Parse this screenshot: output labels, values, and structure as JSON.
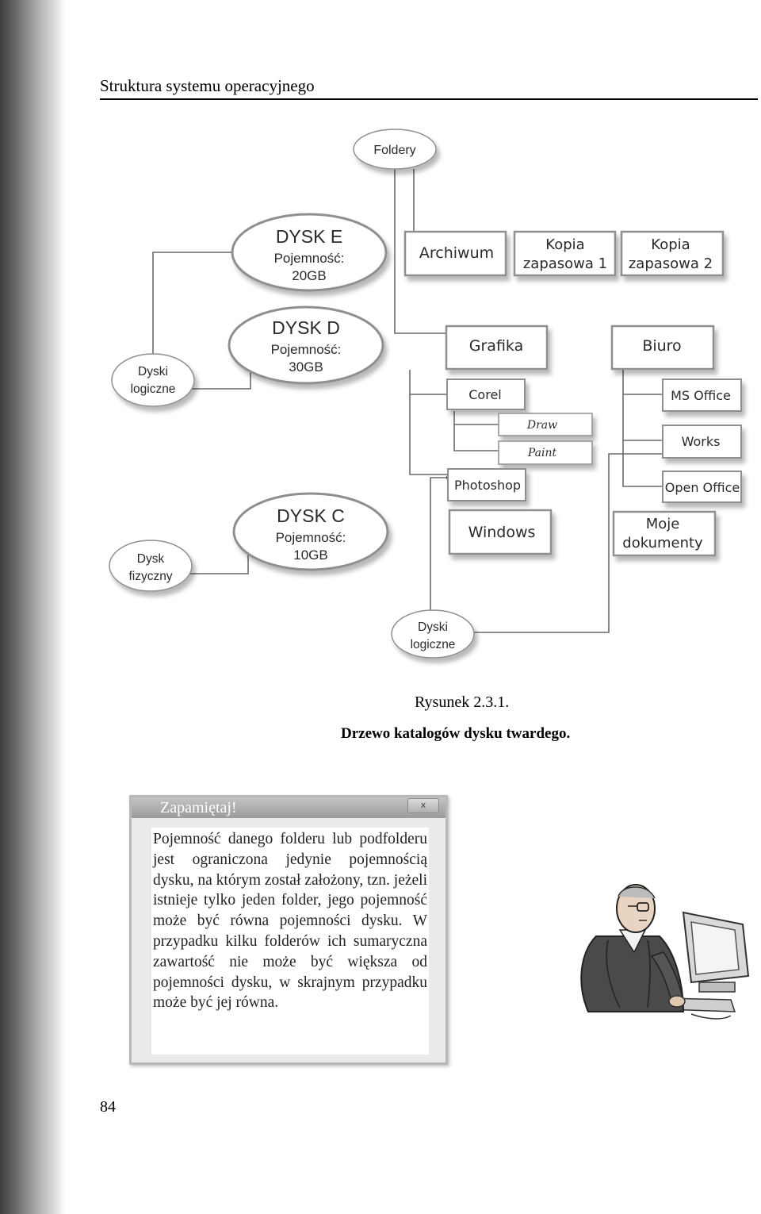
{
  "header": {
    "title": "Struktura systemu operacyjnego"
  },
  "diagram": {
    "labels": {
      "foldery": "Foldery",
      "dyski_logiczne_left": [
        "Dyski",
        "logiczne"
      ],
      "dyski_logiczne_bottom": [
        "Dyski",
        "logiczne"
      ],
      "dysk_fizyczny": [
        "Dysk",
        "fizyczny"
      ]
    },
    "disks": {
      "e": {
        "name": "DYSK E",
        "capacity_label": "Pojemność:",
        "capacity": "20GB"
      },
      "d": {
        "name": "DYSK D",
        "capacity_label": "Pojemność:",
        "capacity": "30GB"
      },
      "c": {
        "name": "DYSK C",
        "capacity_label": "Pojemność:",
        "capacity": "10GB"
      }
    },
    "folders": {
      "archiwum": "Archiwum",
      "kopia1": [
        "Kopia",
        "zapasowa 1"
      ],
      "kopia2": [
        "Kopia",
        "zapasowa 2"
      ],
      "grafika": "Grafika",
      "corel": "Corel",
      "draw": "Draw",
      "paint": "Paint",
      "photoshop": "Photoshop",
      "biuro": "Biuro",
      "ms_office": "MS Office",
      "works": "Works",
      "open_office": "Open Office",
      "windows": "Windows",
      "moje_dokumenty": [
        "Moje",
        "dokumenty"
      ]
    }
  },
  "caption": {
    "line1": "Rysunek 2.3.1.",
    "line2": "Drzewo katalogów dysku twardego."
  },
  "note": {
    "title": "Zapamiętaj!",
    "close_label": "x",
    "text": "Pojemność danego folderu lub podfolderu jest ograniczona jedynie pojemnością dysku, na którym został założony, tzn. jeżeli istnieje tylko jeden folder, jego pojemność może być równa pojemności dysku. W przypadku kilku folderów ich sumaryczna zawartość nie może być większa od pojemności dysku, w skrajnym przypadku może być jej równa."
  },
  "page_number": "84",
  "colors": {
    "box_border": "#8f8f8f",
    "box_fill": "#ffffff",
    "shadow": "#c8c8c8",
    "connector": "#6b6b6b",
    "text_dark": "#2a2a2a"
  }
}
